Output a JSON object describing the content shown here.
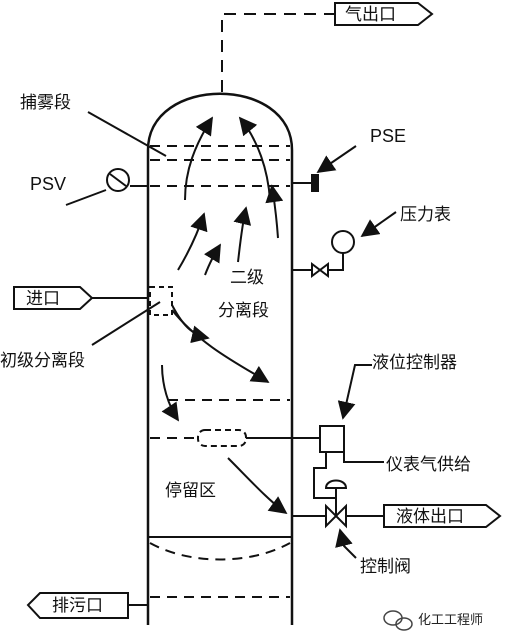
{
  "labels": {
    "gas_outlet": "气出口",
    "mist_section": "捕雾段",
    "pse": "PSE",
    "psv": "PSV",
    "pressure_gauge": "压力表",
    "inlet": "进口",
    "second_stage_line1": "二级",
    "second_stage_line2": "分离段",
    "first_stage": "初级分离段",
    "level_controller": "液位控制器",
    "instrument_air": "仪表气供给",
    "retention_zone": "停留区",
    "liquid_outlet": "液体出口",
    "control_valve": "控制阀",
    "drain": "排污口"
  },
  "watermark": "化工工程师",
  "icons": {
    "watermark_icon": "wechat-icon"
  },
  "colors": {
    "line": "#111111",
    "background": "#ffffff"
  }
}
